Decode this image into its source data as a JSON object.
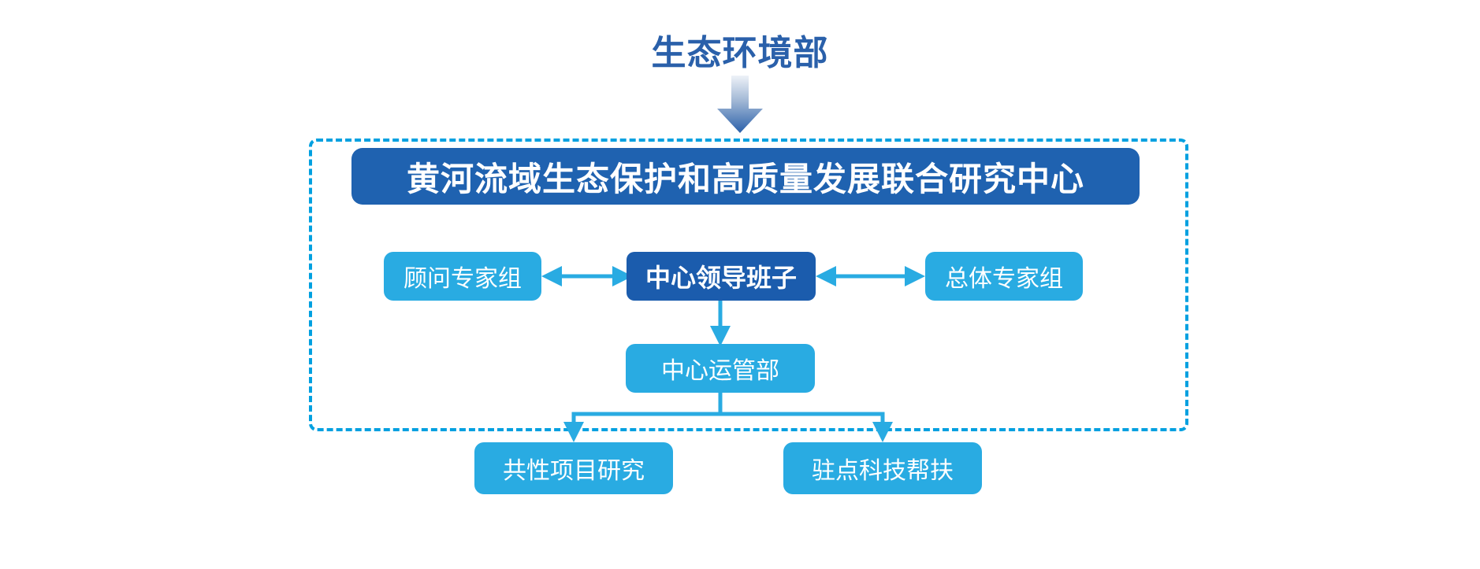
{
  "diagram": {
    "title_text": "生态环境部",
    "center_title": "黄河流域生态保护和高质量发展联合研究中心",
    "nodes": {
      "advisory_expert_group": "顾问专家组",
      "center_leadership": "中心领导班子",
      "overall_expert_group": "总体专家组",
      "center_operations": "中心运管部",
      "common_project_research": "共性项目研究",
      "station_tech_support": "驻点科技帮扶"
    },
    "colors": {
      "ministry_title": "#2a60aa",
      "header_blue": "#1f62b0",
      "dark_blue": "#1b5cad",
      "light_blue": "#29abe2",
      "dashed_border": "#00a0e0",
      "arrow_gradient_top": "#e8eef6",
      "arrow_gradient_bottom": "#2a60aa"
    },
    "connectors": {
      "ministry_to_center": "down-arrow",
      "advisory_to_leadership": "double-arrow",
      "leadership_to_overall": "double-arrow",
      "leadership_to_operations": "down-arrow",
      "operations_to_children": "tree-split-down-arrows"
    }
  }
}
